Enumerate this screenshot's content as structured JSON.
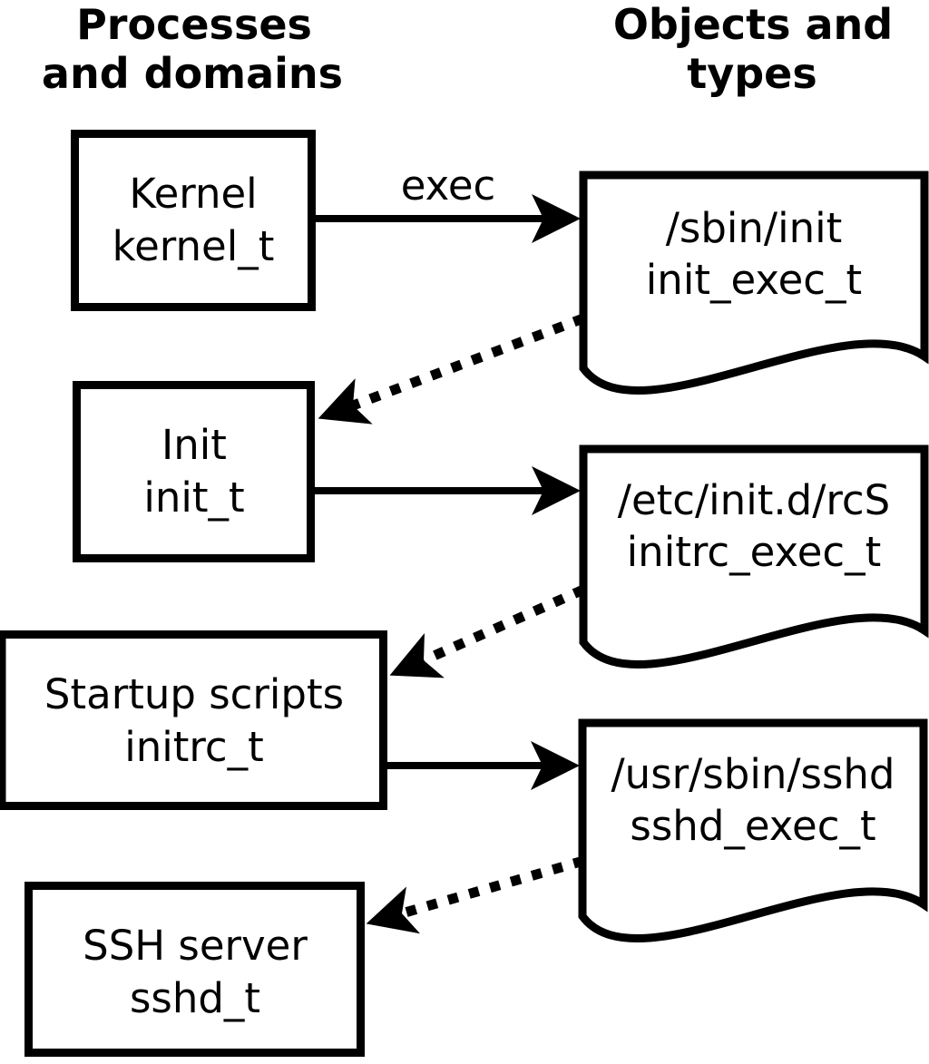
{
  "page": {
    "background": "#ffffff",
    "foreground": "#000000"
  },
  "headers": {
    "processes": {
      "line1": "Processes",
      "line2": "and domains"
    },
    "objects": {
      "line1": "Objects and",
      "line2": "types"
    }
  },
  "process_nodes": [
    {
      "name": "Kernel",
      "domain": "kernel_t"
    },
    {
      "name": "Init",
      "domain": "init_t"
    },
    {
      "name": "Startup scripts",
      "domain": "initrc_t"
    },
    {
      "name": "SSH server",
      "domain": "sshd_t"
    }
  ],
  "object_nodes": [
    {
      "path": "/sbin/init",
      "type": "init_exec_t"
    },
    {
      "path": "/etc/init.d/rcS",
      "type": "initrc_exec_t"
    },
    {
      "path": "/usr/sbin/sshd",
      "type": "sshd_exec_t"
    }
  ],
  "edges": {
    "exec_label": "exec"
  }
}
